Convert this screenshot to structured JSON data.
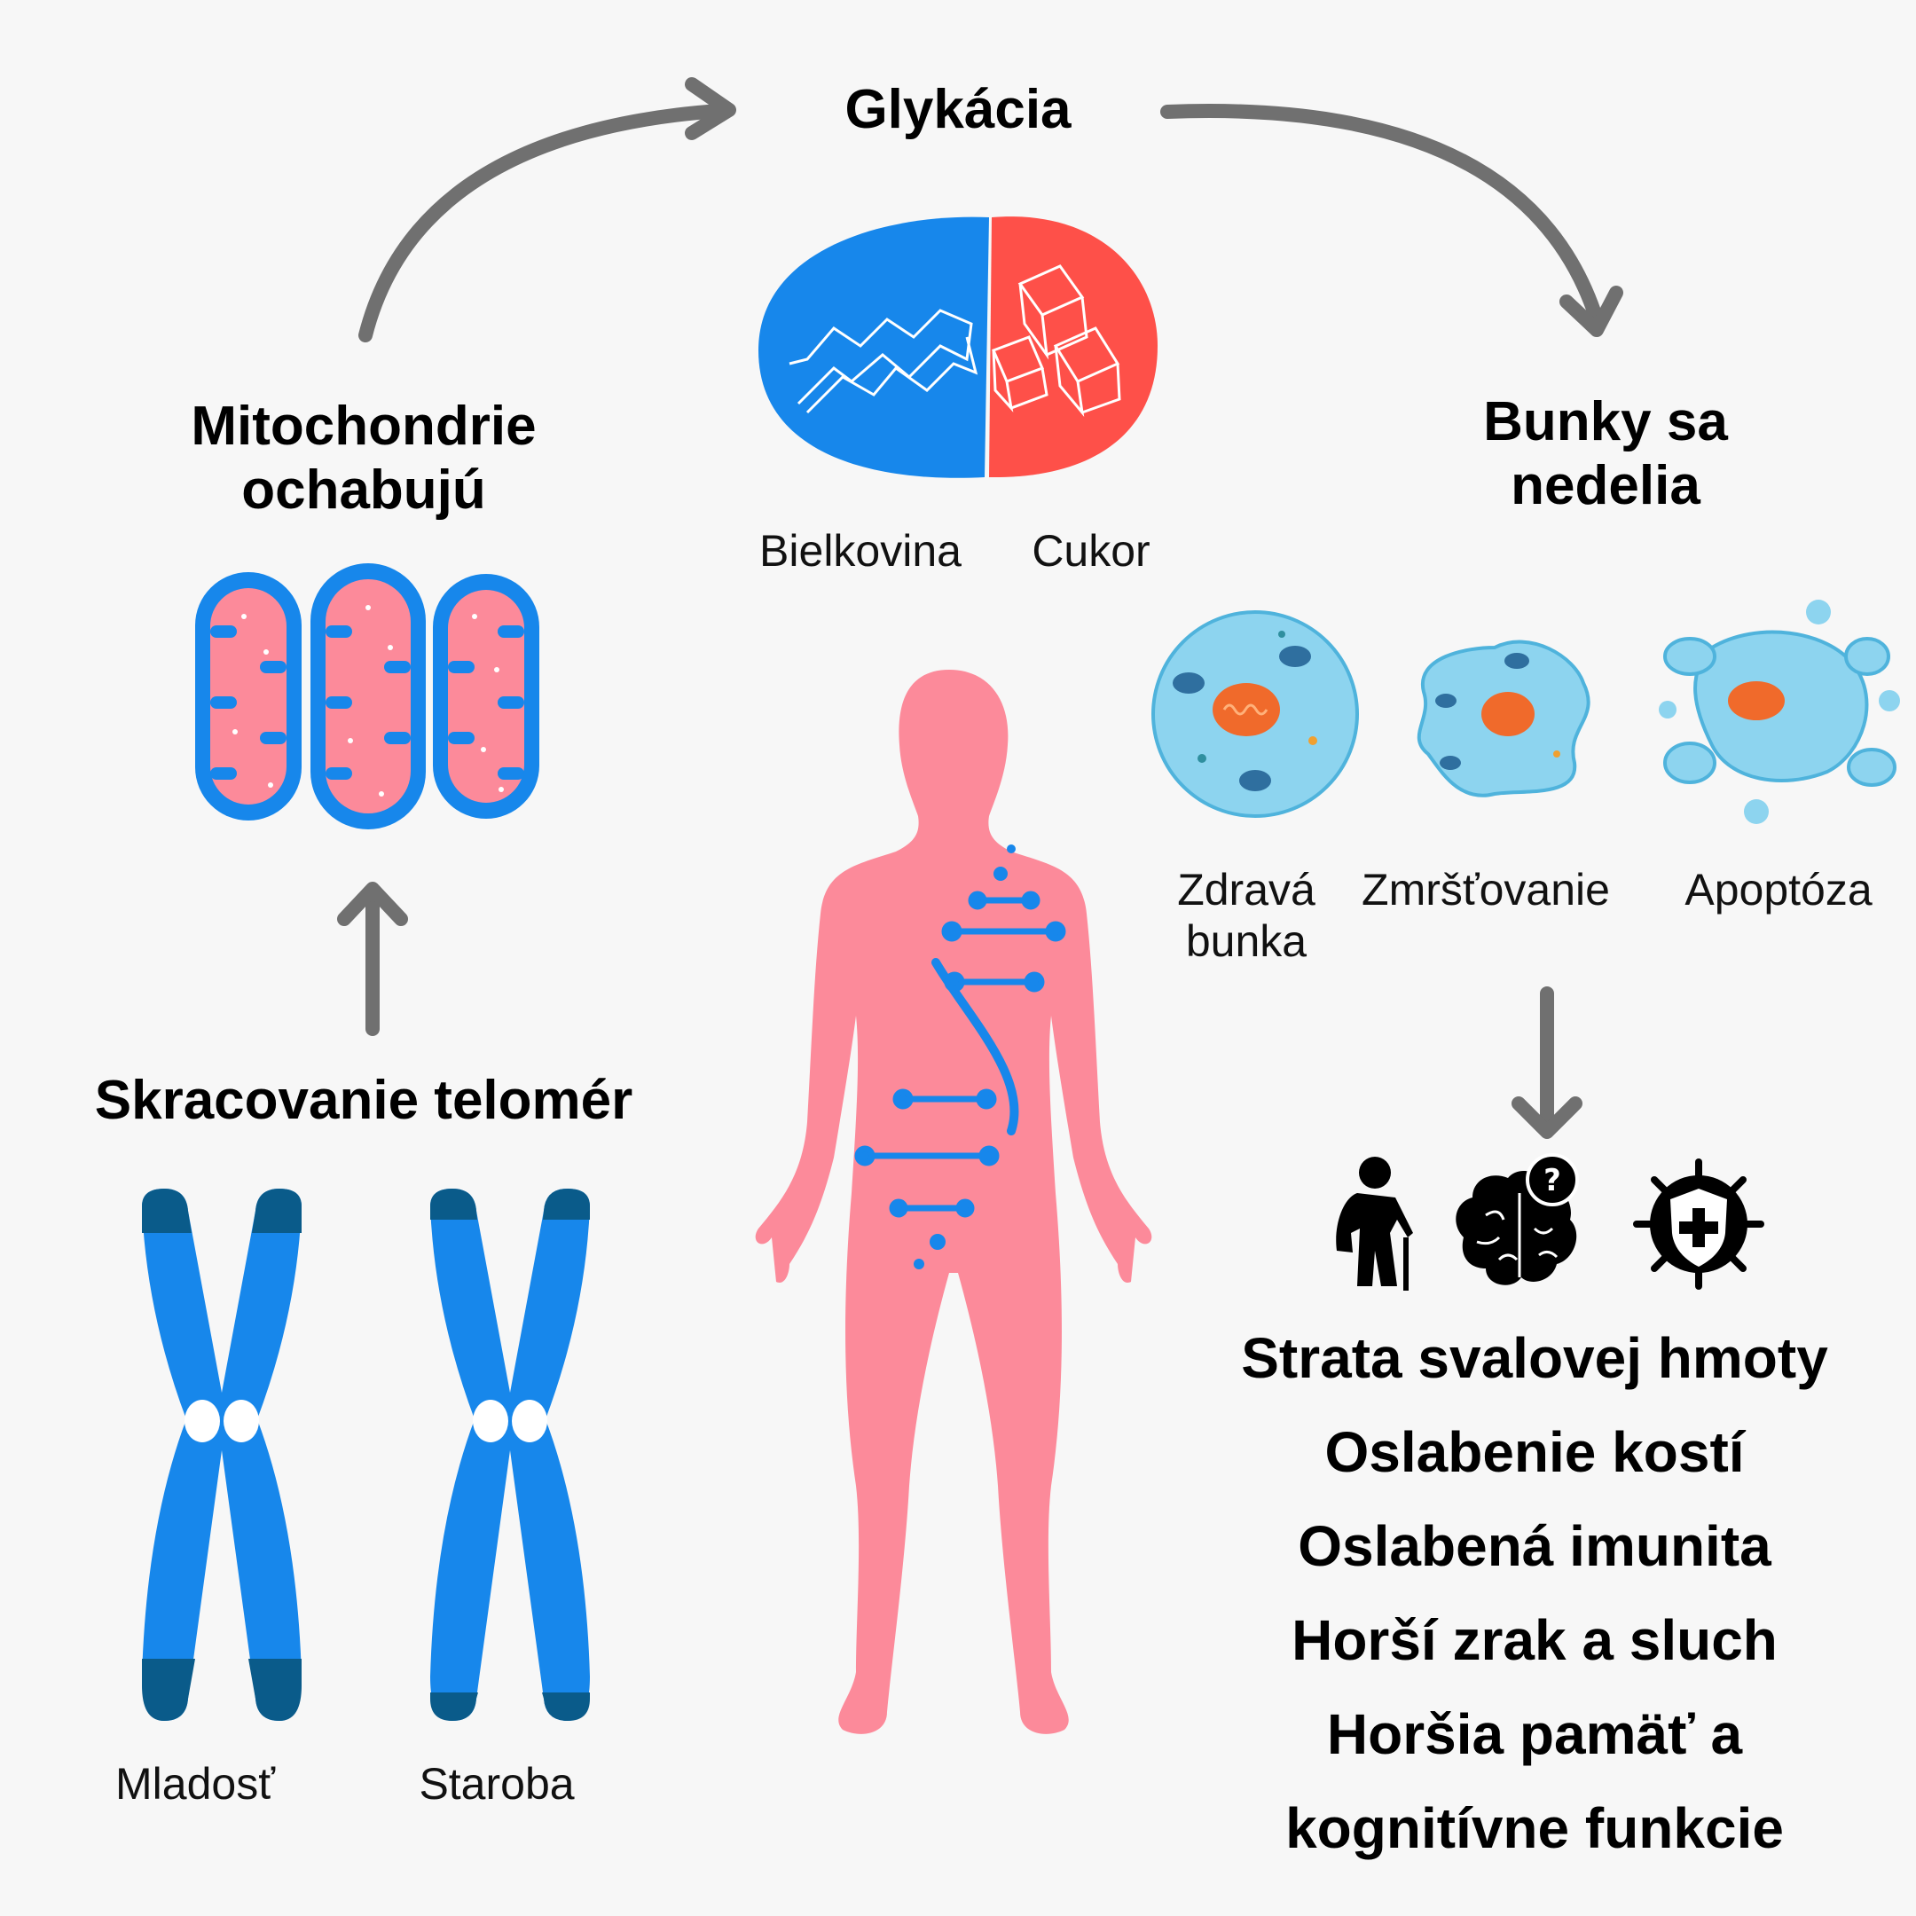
{
  "glycation": {
    "title": "Glykácia",
    "protein_label": "Bielkovina",
    "sugar_label": "Cukor"
  },
  "mitochondria": {
    "title_line1": "Mitochondrie",
    "title_line2": "ochabujú"
  },
  "cells": {
    "title_line1": "Bunky sa",
    "title_line2": "nedelia",
    "healthy_line1": "Zdravá",
    "healthy_line2": "bunka",
    "shrinking": "Zmršťovanie",
    "apoptosis": "Apoptóza"
  },
  "telomeres": {
    "title": "Skracovanie telomér",
    "young": "Mladosť",
    "old": "Staroba"
  },
  "effects": [
    "Strata svalovej hmoty",
    "Oslabenie kostí",
    "Oslabená imunita",
    "Horší zrak a sluch",
    "Horšia pamäť a",
    "kognitívne funkcie"
  ],
  "colors": {
    "blue": "#1787eb",
    "red": "#fe5049",
    "pink": "#fc8a9a",
    "dark_blue": "#0a5b8a",
    "arrow": "#707070",
    "cell": "#8dd4ef"
  }
}
